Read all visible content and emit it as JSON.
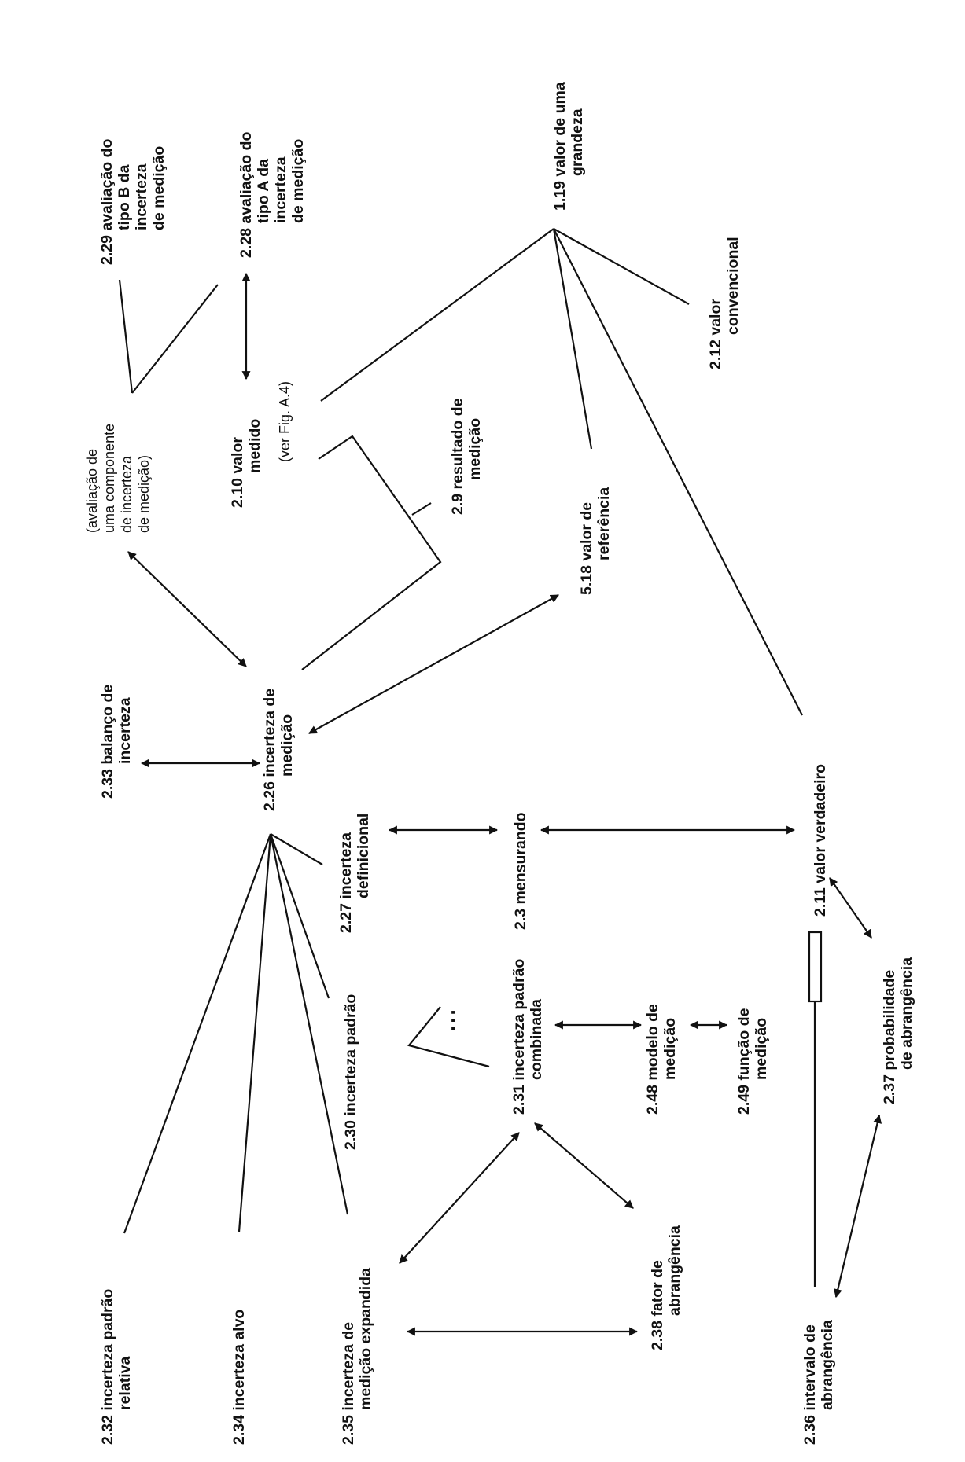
{
  "concepts": {
    "c_2_29": {
      "lines": [
        "2.29  avaliação do",
        "tipo B da",
        "incerteza",
        "de medição"
      ]
    },
    "c_2_28": {
      "lines": [
        "2.28  avaliação do",
        "tipo A da",
        "incerteza",
        "de medição"
      ]
    },
    "c_1_19": {
      "lines": [
        "1.19  valor de uma",
        "grandeza"
      ]
    },
    "c_2_12": {
      "lines": [
        "2.12  valor",
        "convencional"
      ]
    },
    "c_aval": {
      "lines": [
        "(avaliação de",
        "uma componente",
        "de incerteza",
        "de medição)"
      ]
    },
    "c_2_10": {
      "lines": [
        "2.10  valor",
        "medido"
      ]
    },
    "c_2_10_note": {
      "lines": [
        "(ver Fig. A.4)"
      ]
    },
    "c_2_9": {
      "lines": [
        "2.9  resultado de",
        "medição"
      ]
    },
    "c_5_18": {
      "lines": [
        "5.18  valor de",
        "referência"
      ]
    },
    "c_2_33": {
      "lines": [
        "2.33  balanço de",
        "incerteza"
      ]
    },
    "c_2_26": {
      "lines": [
        "2.26  incerteza de",
        "medição"
      ]
    },
    "c_2_11": {
      "lines": [
        "2.11  valor verdadeiro"
      ]
    },
    "c_2_27": {
      "lines": [
        "2.27  incerteza",
        "definicional"
      ]
    },
    "c_2_3": {
      "lines": [
        "2.3  mensurando"
      ]
    },
    "c_2_30": {
      "lines": [
        "2.30  incerteza padrão"
      ]
    },
    "c_2_31": {
      "lines": [
        "2.31  incerteza padrão",
        "combinada"
      ]
    },
    "c_2_48": {
      "lines": [
        "2.48  modelo de",
        "medição"
      ]
    },
    "c_2_49": {
      "lines": [
        "2.49  função de",
        "medição"
      ]
    },
    "c_2_37": {
      "lines": [
        "2.37  probabilidade",
        "de abrangência"
      ]
    },
    "c_2_32": {
      "lines": [
        "2.32  incerteza padrão",
        "relativa"
      ]
    },
    "c_2_34": {
      "lines": [
        "2.34  incerteza alvo"
      ]
    },
    "c_2_35": {
      "lines": [
        "2.35  incerteza de",
        "medição expandida"
      ]
    },
    "c_2_38": {
      "lines": [
        "2.38  fator de",
        "abrangência"
      ]
    },
    "c_2_36": {
      "lines": [
        "2.36  intervalo de",
        "abrangência"
      ]
    }
  },
  "ellipsis": "..."
}
